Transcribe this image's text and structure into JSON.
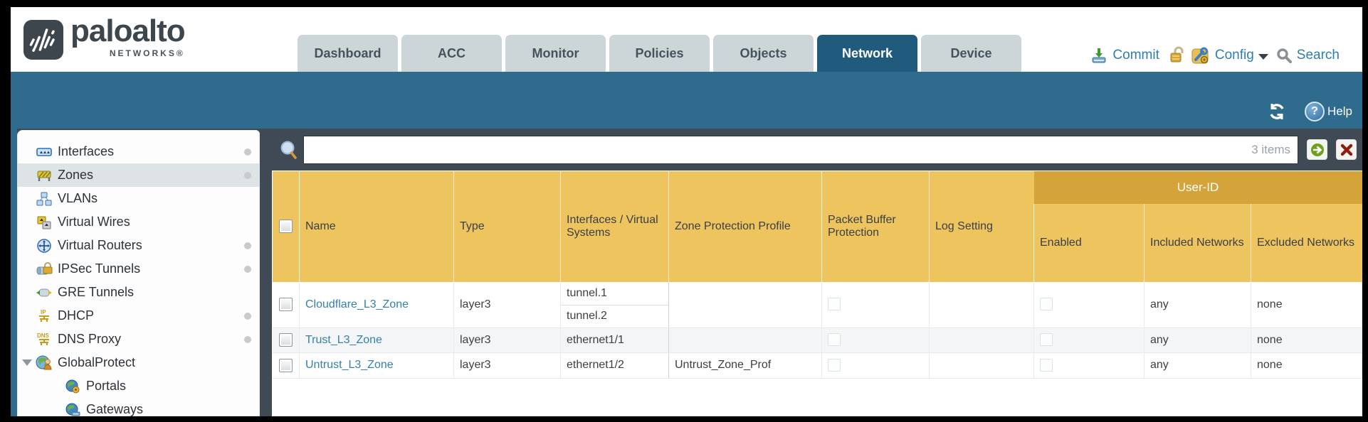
{
  "brand": {
    "name": "paloalto",
    "sub": "NETWORKS®"
  },
  "tabs": [
    {
      "label": "Dashboard",
      "active": false
    },
    {
      "label": "ACC",
      "active": false
    },
    {
      "label": "Monitor",
      "active": false
    },
    {
      "label": "Policies",
      "active": false
    },
    {
      "label": "Objects",
      "active": false
    },
    {
      "label": "Network",
      "active": true
    },
    {
      "label": "Device",
      "active": false
    }
  ],
  "actions": {
    "commit": "Commit",
    "config": "Config",
    "search": "Search"
  },
  "band": {
    "help": "Help"
  },
  "sidebar": {
    "items": [
      {
        "label": "Interfaces",
        "icon": "interfaces-icon",
        "dot": true
      },
      {
        "label": "Zones",
        "icon": "zones-icon",
        "dot": true,
        "selected": true
      },
      {
        "label": "VLANs",
        "icon": "vlans-icon"
      },
      {
        "label": "Virtual Wires",
        "icon": "virtual-wires-icon"
      },
      {
        "label": "Virtual Routers",
        "icon": "virtual-routers-icon",
        "dot": true
      },
      {
        "label": "IPSec Tunnels",
        "icon": "ipsec-tunnels-icon",
        "dot": true
      },
      {
        "label": "GRE Tunnels",
        "icon": "gre-tunnels-icon"
      },
      {
        "label": "DHCP",
        "icon": "dhcp-icon",
        "dot": true
      },
      {
        "label": "DNS Proxy",
        "icon": "dns-proxy-icon",
        "dot": true
      },
      {
        "label": "GlobalProtect",
        "icon": "globalprotect-icon",
        "expanded": true
      },
      {
        "label": "Portals",
        "icon": "portals-icon",
        "indent": true
      },
      {
        "label": "Gateways",
        "icon": "gateways-icon",
        "indent": true
      }
    ]
  },
  "toolbar": {
    "items_count": "3 items"
  },
  "table": {
    "group_header": "User-ID",
    "columns": [
      "",
      "Name",
      "Type",
      "Interfaces / Virtual Systems",
      "Zone Protection Profile",
      "Packet Buffer Protection",
      "Log Setting",
      "Enabled",
      "Included Networks",
      "Excluded Networks"
    ],
    "rows": [
      {
        "name": "Cloudflare_L3_Zone",
        "type": "layer3",
        "interfaces": [
          "tunnel.1",
          "tunnel.2"
        ],
        "zone_protection_profile": "",
        "log_setting": "",
        "included_networks": "any",
        "excluded_networks": "none"
      },
      {
        "name": "Trust_L3_Zone",
        "type": "layer3",
        "interfaces": [
          "ethernet1/1"
        ],
        "zone_protection_profile": "",
        "log_setting": "",
        "included_networks": "any",
        "excluded_networks": "none"
      },
      {
        "name": "Untrust_L3_Zone",
        "type": "layer3",
        "interfaces": [
          "ethernet1/2"
        ],
        "zone_protection_profile": "Untrust_Zone_Prof",
        "log_setting": "",
        "included_networks": "any",
        "excluded_networks": "none"
      }
    ]
  },
  "colors": {
    "teal_band": "#2e6b8c",
    "active_tab": "#205b7e",
    "header_gold": "#eec45f",
    "userid_gold": "#d4a33a",
    "toolbar_slate": "#3f4a55",
    "link_blue": "#3681a7"
  }
}
